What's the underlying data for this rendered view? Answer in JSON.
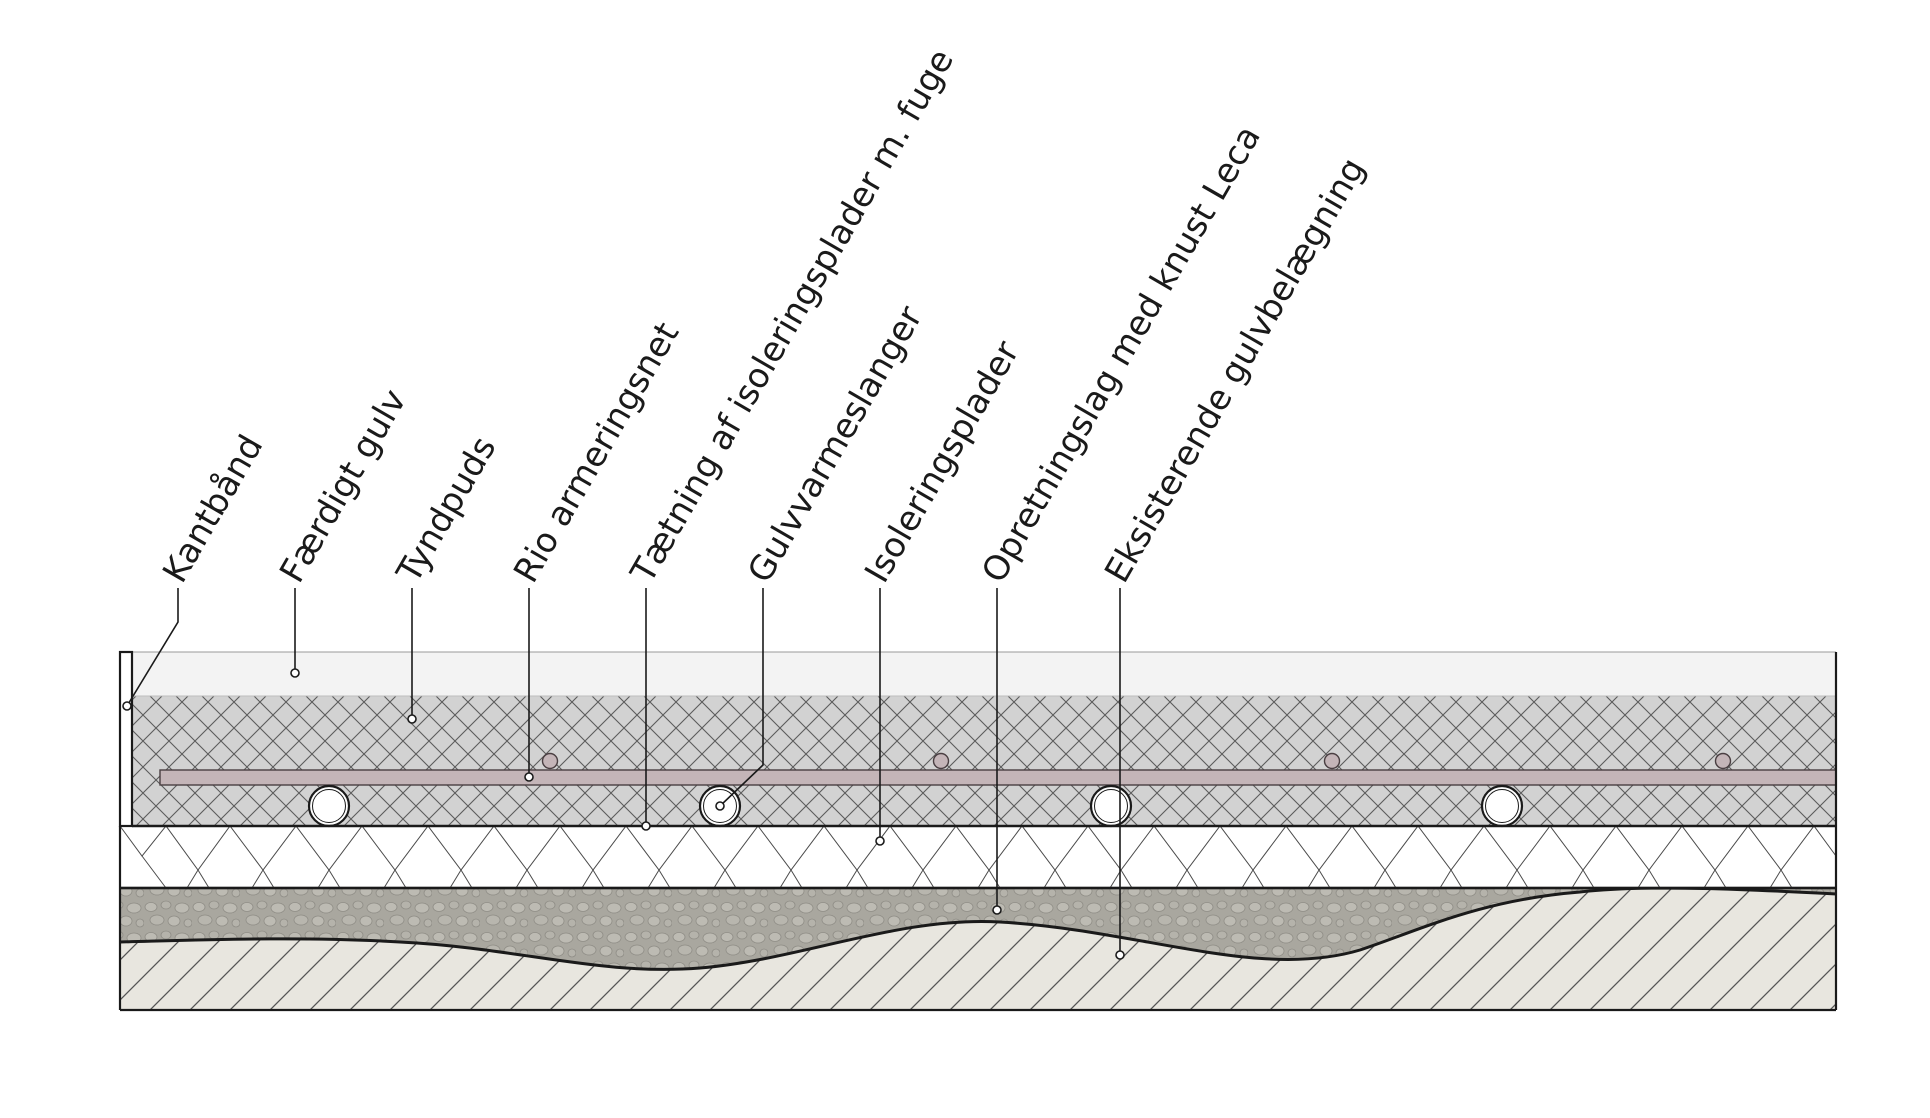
{
  "labels": [
    {
      "id": "kantbaand",
      "text": "Kantbånd"
    },
    {
      "id": "faerdigt-gulv",
      "text": "Færdigt gulv"
    },
    {
      "id": "tyndpuds",
      "text": "Tyndpuds"
    },
    {
      "id": "rio-armeringsnet",
      "text": "Rio armeringsnet"
    },
    {
      "id": "taetning",
      "text": "Tætning af isoleringsplader m. fuge"
    },
    {
      "id": "gulvvarmeslanger",
      "text": "Gulvvarmeslanger"
    },
    {
      "id": "isoleringsplader",
      "text": "Isoleringsplader"
    },
    {
      "id": "opretningslag",
      "text": "Opretningslag med knust Leca"
    },
    {
      "id": "eksisterende",
      "text": "Eksisterende gulvbelægning"
    }
  ],
  "colors": {
    "finished_floor": "#f3f3f3",
    "screed_fill": "#d2d2d2",
    "screed_hatch": "#5c5c5c",
    "rebar": "#c4b5b8",
    "rebar_stroke": "#4a3f42",
    "insulation": "#ffffff",
    "leca": "#a9a79f",
    "leca_stones": "#bdbbb3",
    "existing": "#e8e6df",
    "existing_hatch": "#555555",
    "line": "#1a1a1a"
  }
}
